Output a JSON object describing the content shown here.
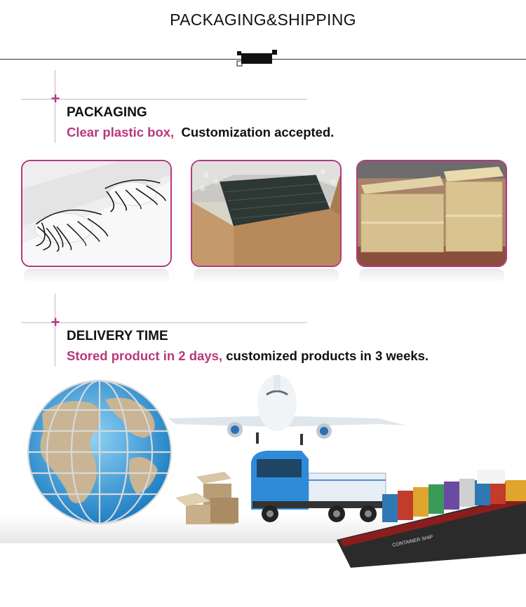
{
  "header": {
    "title": "PACKAGING&SHIPPING"
  },
  "packaging": {
    "title": "PACKAGING",
    "highlight": "Clear plastic box,",
    "text": "Customization accepted."
  },
  "delivery": {
    "title": "DELIVERY TIME",
    "highlight": "Stored product in 2 days,",
    "text": "customized products in 3 weeks."
  },
  "photos": [
    {
      "name": "lashes-in-clear-tray"
    },
    {
      "name": "boxes-in-carton-with-bubble-wrap"
    },
    {
      "name": "sealed-shipping-cartons"
    }
  ],
  "ship": {
    "hull_label": "CONTAINER SHIP"
  },
  "colors": {
    "accent": "#b8377f",
    "line": "#c9b5c6",
    "text": "#111111"
  }
}
